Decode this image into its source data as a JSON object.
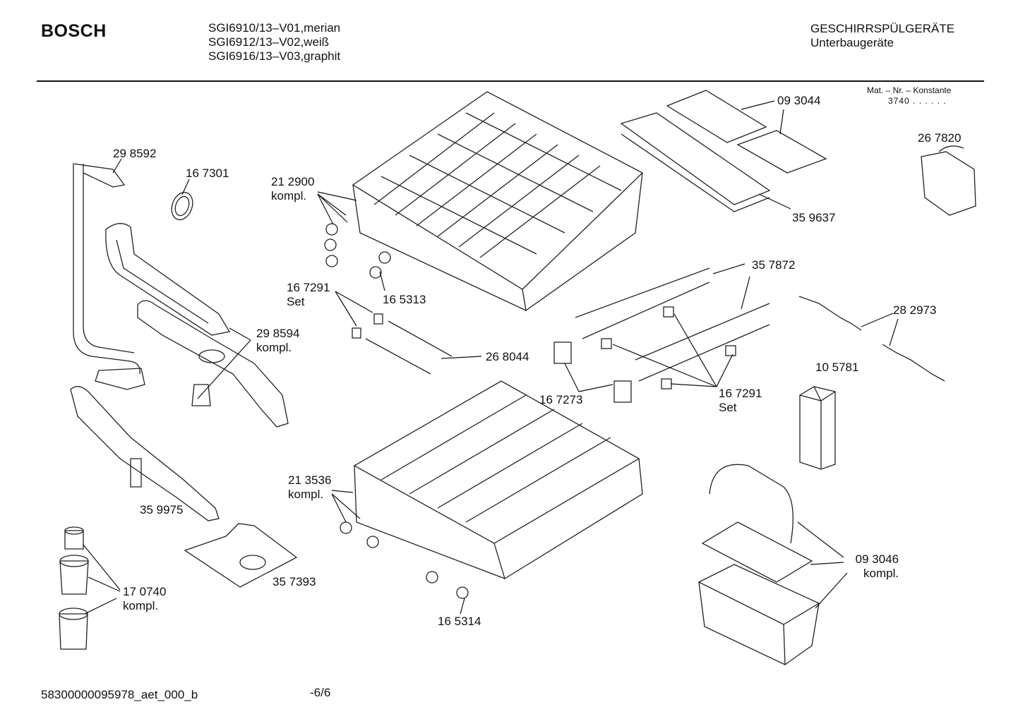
{
  "header": {
    "brand": "BOSCH",
    "models": [
      "SGI6910/13–V01,merian",
      "SGI6912/13–V02,weiß",
      "SGI6916/13–V03,graphit"
    ],
    "category": "GESCHIRRSPÜLGERÄTE",
    "subcategory": "Unterbaugeräte",
    "mat_label": "Mat. – Nr. – Konstante",
    "mat_value": "3740 . . . . . ."
  },
  "parts": [
    {
      "id": "p298592",
      "number": "29 8592",
      "note": ""
    },
    {
      "id": "p167301",
      "number": "16 7301",
      "note": ""
    },
    {
      "id": "p212900",
      "number": "21 2900",
      "note": "kompl."
    },
    {
      "id": "p093044",
      "number": "09 3044",
      "note": ""
    },
    {
      "id": "p267820",
      "number": "26 7820",
      "note": ""
    },
    {
      "id": "p359637",
      "number": "35 9637",
      "note": ""
    },
    {
      "id": "p357872",
      "number": "35 7872",
      "note": ""
    },
    {
      "id": "p167291a",
      "number": "16 7291",
      "note": "Set"
    },
    {
      "id": "p165313",
      "number": "16 5313",
      "note": ""
    },
    {
      "id": "p282973",
      "number": "28 2973",
      "note": ""
    },
    {
      "id": "p298594",
      "number": "29 8594",
      "note": "kompl."
    },
    {
      "id": "p268044",
      "number": "26 8044",
      "note": ""
    },
    {
      "id": "p105781",
      "number": "10 5781",
      "note": ""
    },
    {
      "id": "p167273",
      "number": "16 7273",
      "note": ""
    },
    {
      "id": "p167291b",
      "number": "16 7291",
      "note": "Set"
    },
    {
      "id": "p213536",
      "number": "21 3536",
      "note": "kompl."
    },
    {
      "id": "p359975",
      "number": "35 9975",
      "note": ""
    },
    {
      "id": "p093046",
      "number": "09 3046",
      "note": "kompl."
    },
    {
      "id": "p357393",
      "number": "35 7393",
      "note": ""
    },
    {
      "id": "p170740",
      "number": "17 0740",
      "note": "kompl."
    },
    {
      "id": "p165314",
      "number": "16 5314",
      "note": ""
    }
  ],
  "footer": {
    "doc_id": "58300000095978_aet_000_b",
    "page": "-6/6"
  }
}
